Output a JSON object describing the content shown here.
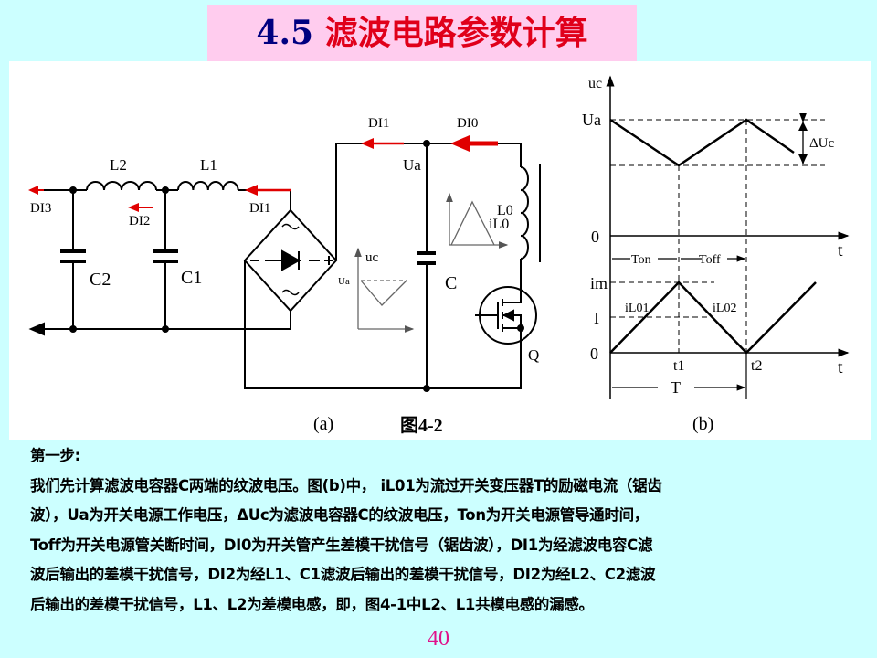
{
  "title": {
    "number": "4.5",
    "text": "滤波电路参数计算"
  },
  "colors": {
    "background": "#ccffff",
    "title_bg": "#ffccee",
    "title_text": "#e0001a",
    "title_number": "#000080",
    "arrow": "#e00000",
    "page_number": "#e0108a"
  },
  "circuit_a": {
    "labels": {
      "L2": "L2",
      "L1": "L1",
      "DI3": "DI3",
      "DI2": "DI2",
      "DI1_left": "DI1",
      "DI1_top": "DI1",
      "DI0": "DI0",
      "Ua": "Ua",
      "L0": "L0",
      "iL0": "iL0",
      "C2": "C2",
      "C1": "C1",
      "C": "C",
      "Q": "Q",
      "uc": "uc",
      "Ua_inset": "Ua"
    },
    "caption": "(a)",
    "figure_label": "图4-2"
  },
  "waveform_b": {
    "labels": {
      "uc": "uc",
      "Ua": "Ua",
      "dUc": "ΔUc",
      "zero_top": "0",
      "t_top": "t",
      "Ton": "Ton",
      "Toff": "Toff",
      "im": "im",
      "iL01": "iL01",
      "iL02": "iL02",
      "I": "I",
      "zero_bottom": "0",
      "t1": "t1",
      "t2": "t2",
      "t_bottom": "t",
      "T": "T"
    },
    "caption": "(b)"
  },
  "body": {
    "lines": [
      "第一步:",
      "我们先计算滤波电容器C两端的纹波电压。图(b)中， iL01为流过开关变压器T的励磁电流（锯齿",
      "波），Ua为开关电源工作电压，ΔUc为滤波电容器C的纹波电压，Ton为开关电源管导通时间，",
      "Toff为开关电源管关断时间，DI0为开关管产生差模干扰信号（锯齿波），DI1为经滤波电容C滤",
      "波后输出的差模干扰信号，DI2为经L1、C1滤波后输出的差模干扰信号，DI2为经L2、C2滤波",
      "后输出的差模干扰信号，L1、L2为差模电感，即，图4-1中L2、L1共模电感的漏感。"
    ]
  },
  "page_number": "40"
}
